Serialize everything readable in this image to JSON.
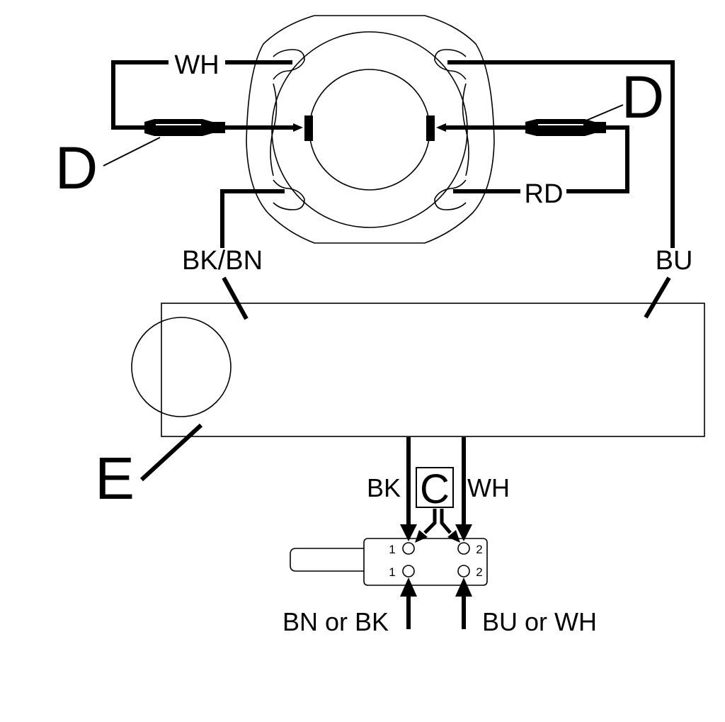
{
  "wire_labels": {
    "top_left": "WH",
    "right_mid": "RD",
    "left_vertical": "BK/BN",
    "right_vertical": "BU",
    "lower_left": "BK",
    "lower_right": "WH",
    "bottom_left": "BN or BK",
    "bottom_right": "BU or WH"
  },
  "callouts": {
    "d_left": "D",
    "d_right": "D",
    "e": "E",
    "c": "C"
  },
  "switch_pins": {
    "top_left": "1",
    "bottom_left": "1",
    "top_right": "2",
    "bottom_right": "2"
  }
}
